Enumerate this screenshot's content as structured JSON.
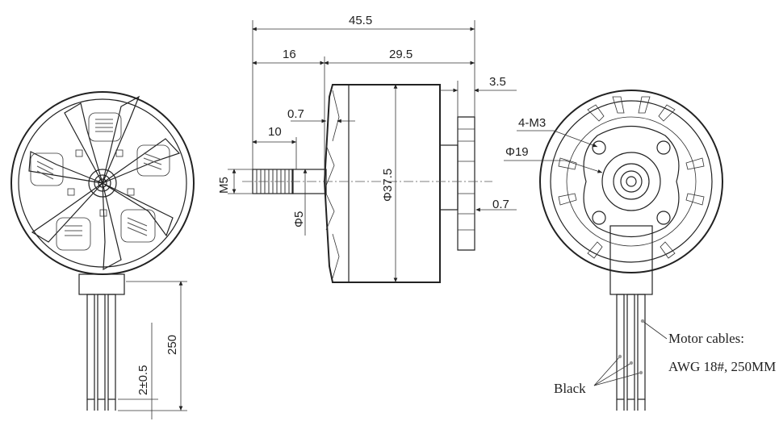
{
  "dimensions": {
    "overall_length": "45.5",
    "shaft_length": "16",
    "body_length": "29.5",
    "flange": "3.5",
    "gap_top": "0.7",
    "thread_length": "10",
    "thread": "M5",
    "shaft_dia": "Φ5",
    "body_dia": "Φ37.5",
    "gap_bottom": "0.7",
    "holes": "4-M3",
    "bolt_circle": "Φ19",
    "cable_length": "250",
    "strip_length": "2±0.5"
  },
  "notes": {
    "cables_line1": "Motor cables:",
    "cables_line2": "AWG 18#, 250MM",
    "wire_color": "Black"
  }
}
